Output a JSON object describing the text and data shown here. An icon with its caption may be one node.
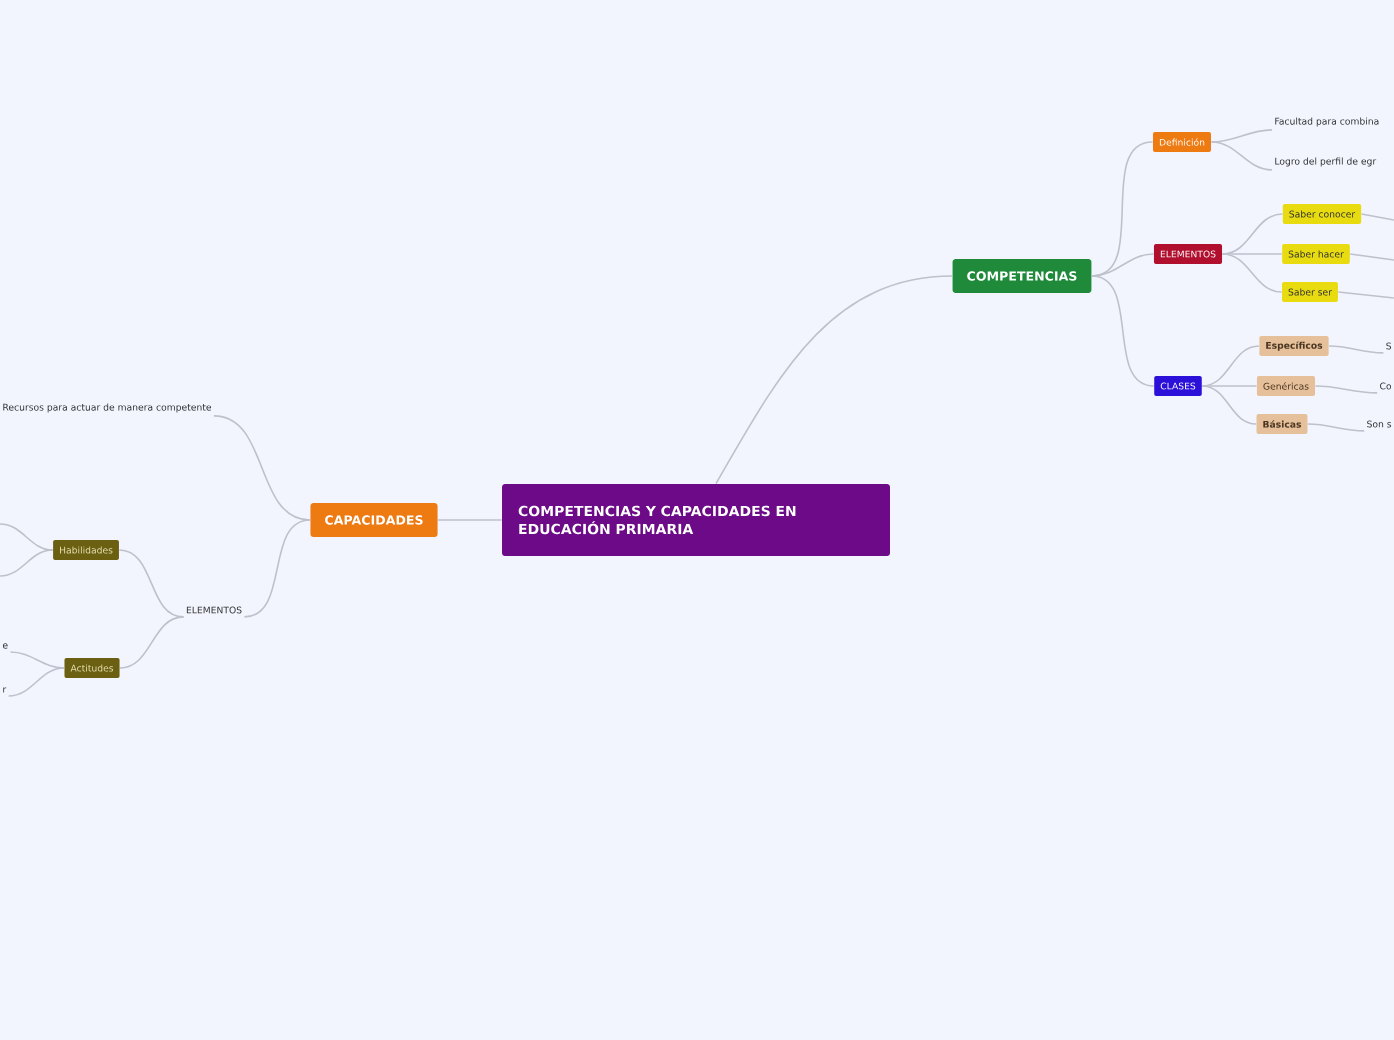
{
  "diagram": {
    "nodes": [
      {
        "text": [
          "COMPETENCIAS Y CAPACIDADES EN EDUCACIÓN PRIMARIA"
        ]
      },
      {
        "text": [
          "COMPETENCIAS"
        ]
      },
      {
        "text": [
          "Definición"
        ]
      },
      {
        "text": [
          "Facultad para combina"
        ]
      },
      {
        "text": [
          "Logro del perfil de egr"
        ]
      },
      {
        "text": [
          "ELEMENTOS"
        ]
      },
      {
        "text": [
          "Saber conocer"
        ]
      },
      {
        "text": [
          "Saber hacer"
        ]
      },
      {
        "text": [
          "Saber ser"
        ]
      },
      {
        "text": [
          "CLASES"
        ]
      },
      {
        "text": [
          "Específicos"
        ]
      },
      {
        "text": [
          "Genéricas"
        ]
      },
      {
        "text": [
          "Básicas"
        ]
      },
      {
        "text": [
          "S"
        ]
      },
      {
        "text": [
          "Co"
        ]
      },
      {
        "text": [
          "Son s"
        ]
      },
      {
        "text": [
          "CAPACIDADES"
        ]
      },
      {
        "text": [
          "Recursos para actuar de manera competente"
        ]
      },
      {
        "text": [
          "ELEMENTOS"
        ]
      },
      {
        "text": [
          "Habilidades"
        ]
      },
      {
        "text": [
          "Actitudes"
        ]
      },
      {
        "text": [
          "e"
        ]
      },
      {
        "text": [
          "r"
        ]
      }
    ],
    "edges": [
      {
        "from": 0,
        "to": 1,
        "arrow": "none"
      },
      {
        "from": 0,
        "to": 16,
        "arrow": "none"
      },
      {
        "from": 1,
        "to": 2,
        "arrow": "none"
      },
      {
        "from": 1,
        "to": 5,
        "arrow": "none"
      },
      {
        "from": 1,
        "to": 9,
        "arrow": "none"
      },
      {
        "from": 2,
        "to": 3,
        "arrow": "none"
      },
      {
        "from": 2,
        "to": 4,
        "arrow": "none"
      },
      {
        "from": 5,
        "to": 6,
        "arrow": "none"
      },
      {
        "from": 5,
        "to": 7,
        "arrow": "none"
      },
      {
        "from": 5,
        "to": 8,
        "arrow": "none"
      },
      {
        "from": 6,
        "to": null,
        "arrow": "none"
      },
      {
        "from": 7,
        "to": null,
        "arrow": "none"
      },
      {
        "from": 8,
        "to": null,
        "arrow": "none"
      },
      {
        "from": 9,
        "to": 10,
        "arrow": "none"
      },
      {
        "from": 9,
        "to": 11,
        "arrow": "none"
      },
      {
        "from": 9,
        "to": 12,
        "arrow": "none"
      },
      {
        "from": 10,
        "to": 13,
        "arrow": "none"
      },
      {
        "from": 11,
        "to": 14,
        "arrow": "none"
      },
      {
        "from": 12,
        "to": 15,
        "arrow": "none"
      },
      {
        "from": 16,
        "to": 17,
        "arrow": "none"
      },
      {
        "from": 16,
        "to": 18,
        "arrow": "none"
      },
      {
        "from": 18,
        "to": 19,
        "arrow": "none"
      },
      {
        "from": 18,
        "to": 20,
        "arrow": "none"
      },
      {
        "from": 19,
        "to": null,
        "arrow": "none"
      },
      {
        "from": 19,
        "to": null,
        "arrow": "none"
      },
      {
        "from": 20,
        "to": 21,
        "arrow": "none"
      },
      {
        "from": 20,
        "to": 22,
        "arrow": "none"
      }
    ]
  }
}
